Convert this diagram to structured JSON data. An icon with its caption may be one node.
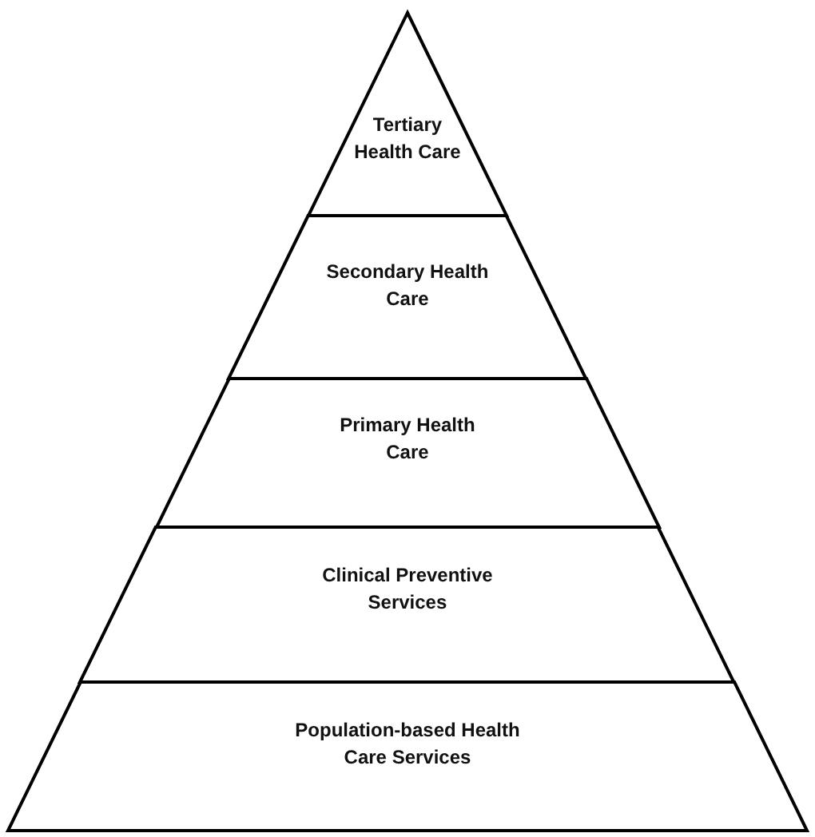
{
  "diagram": {
    "nodes": [
      {
        "text": [
          "Tertiary Health Care"
        ]
      },
      {
        "text": [
          "Secondary Health Care"
        ]
      },
      {
        "text": [
          "Primary Health Care"
        ]
      },
      {
        "text": [
          "Clinical Preventive Services"
        ]
      },
      {
        "text": [
          "Population-based Health Care Services"
        ]
      }
    ]
  }
}
